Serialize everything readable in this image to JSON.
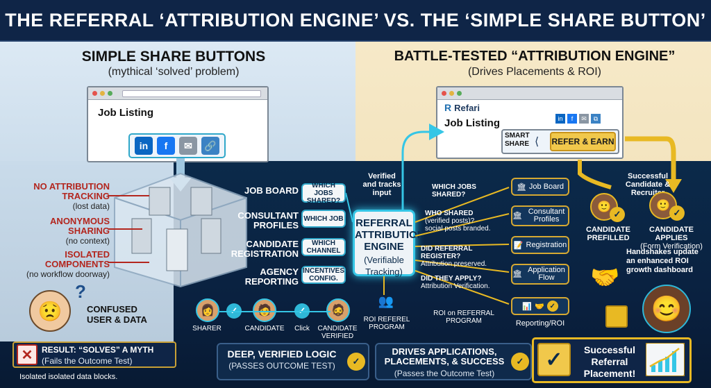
{
  "title": "THE REFERRAL ‘ATTRIBUTION ENGINE’ VS. THE ‘SIMPLE SHARE BUTTON’",
  "left": {
    "heading": "SIMPLE SHARE BUTTONS",
    "subheading": "(mythical ‘solved’ problem)",
    "browser_title": "Job Listing",
    "issues": [
      {
        "title": "NO ATTRIBUTION TRACKING",
        "note": "(lost data)"
      },
      {
        "title": "ANONYMOUS SHARING",
        "note": "(no context)"
      },
      {
        "title": "ISOLATED COMPONENTS",
        "note": "(no workflow doorway)"
      }
    ],
    "confused_label": "CONFUSED USER & DATA",
    "result_title": "RESULT: “SOLVES” A MYTH",
    "result_sub": "(Fails the Outcome Test)",
    "result_note": "Isolated isolated data blocks."
  },
  "right": {
    "heading": "BATTLE-TESTED “ATTRIBUTION ENGINE”",
    "subheading": "(Drives Placements & ROI)",
    "brand": "Refari",
    "browser_title": "Job Listing",
    "smart_share": "SMART SHARE",
    "refer_button": "REFER & EARN",
    "success_label": "Successful Candidate & Recruiter",
    "candidate_prefilled": "CANDIDATE PREFILLED",
    "candidate_applies": "CANDIDATE APPLIES",
    "form_verification": "(Form Verification)",
    "handshake_note": "Handshakes update an enhanced ROI growth dashboard",
    "placement_label": "Successful Referral Placement!"
  },
  "engine": {
    "inputs": [
      "JOB BOARD",
      "CONSULTANT PROFILES",
      "CANDIDATE REGISTRATION",
      "AGENCY REPORTING"
    ],
    "pills": [
      "WHICH JOBS SHARED?",
      "WHICH JOB",
      "WHICH CHANNEL",
      "INCENTIVES CONFIG."
    ],
    "verified_note": "Verified and tracks input",
    "engine_title": "REFERRAL ATTRIBUTION ENGINE",
    "engine_sub": "(Verifiable Tracking)",
    "roi_program": "ROI REFEREL PROGRAM",
    "questions": [
      {
        "q": "WHICH JOBS SHARED?",
        "sub": ""
      },
      {
        "q": "WHO SHARED",
        "sub": "(verified posts)?\nsocial posts branded."
      },
      {
        "q": "DID REFERRAL REGISTER?",
        "sub": "Attribution preserved."
      },
      {
        "q": "DID THEY APPLY?",
        "sub": "Attribution Verification."
      },
      {
        "q": "ROI on REFERRAL PROGRAM",
        "sub": ""
      }
    ],
    "stages": [
      "Job Board",
      "Consultant Profiles",
      "Registration",
      "Application Flow",
      "Reporting/ROI"
    ]
  },
  "flow": {
    "steps": [
      "SHARER",
      "CANDIDATE",
      "Click",
      "CANDIDATE VERIFIED"
    ]
  },
  "bottom": {
    "item1_title": "DEEP, VERIFIED LOGIC",
    "item1_sub": "(PASSES OUTCOME TEST)",
    "item2_title": "DRIVES APPLICATIONS, PLACEMENTS, & SUCCESS",
    "item2_sub": "(Passes the Outcome Test)"
  },
  "colors": {
    "accent": "#35c6e6",
    "gold": "#e8b923",
    "red": "#b3261e",
    "navy": "#0b2a4a"
  }
}
